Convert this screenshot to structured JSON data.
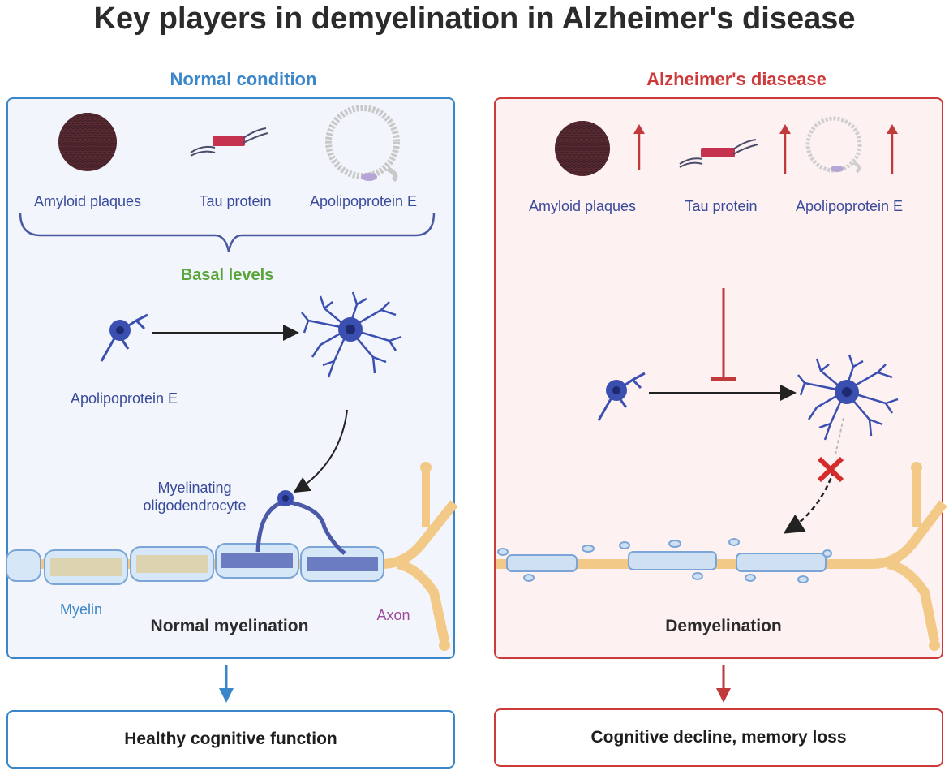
{
  "title": "Key players in demyelination in Alzheimer's disease",
  "left_panel": {
    "heading": "Normal condition",
    "players": [
      "Amyloid plaques",
      "Tau protein",
      "Apolipoprotein E"
    ],
    "bracket_label": "Basal levels",
    "cell_label": "Apolipoprotein E",
    "oligo_label_line1": "Myelinating",
    "oligo_label_line2": "oligodendrocyte",
    "myelin_label": "Myelin",
    "axon_label": "Axon",
    "state_label": "Normal myelination",
    "outcome": "Healthy cognitive function"
  },
  "right_panel": {
    "heading": "Alzheimer's diasease",
    "players": [
      "Amyloid plaques",
      "Tau protein",
      "Apolipoprotein E"
    ],
    "state_label": "Demyelination",
    "outcome": "Cognitive decline, memory loss"
  },
  "colors": {
    "normal_accent": "#3a86c8",
    "disease_accent": "#cc3a3a",
    "basal_green": "#5aa53a",
    "neuron_blue": "#3a4fb0",
    "axon_tan": "#f3c987",
    "myelin_blue": "#9dc4e8",
    "normal_bg": "#f2f5fb",
    "disease_bg": "#fdf1f1"
  },
  "icons": [
    "amyloid-plaque-icon",
    "tau-protein-icon",
    "apolipoprotein-e-icon",
    "up-arrow-icon",
    "inhibition-icon",
    "blocked-x-icon",
    "down-arrow-icon"
  ]
}
